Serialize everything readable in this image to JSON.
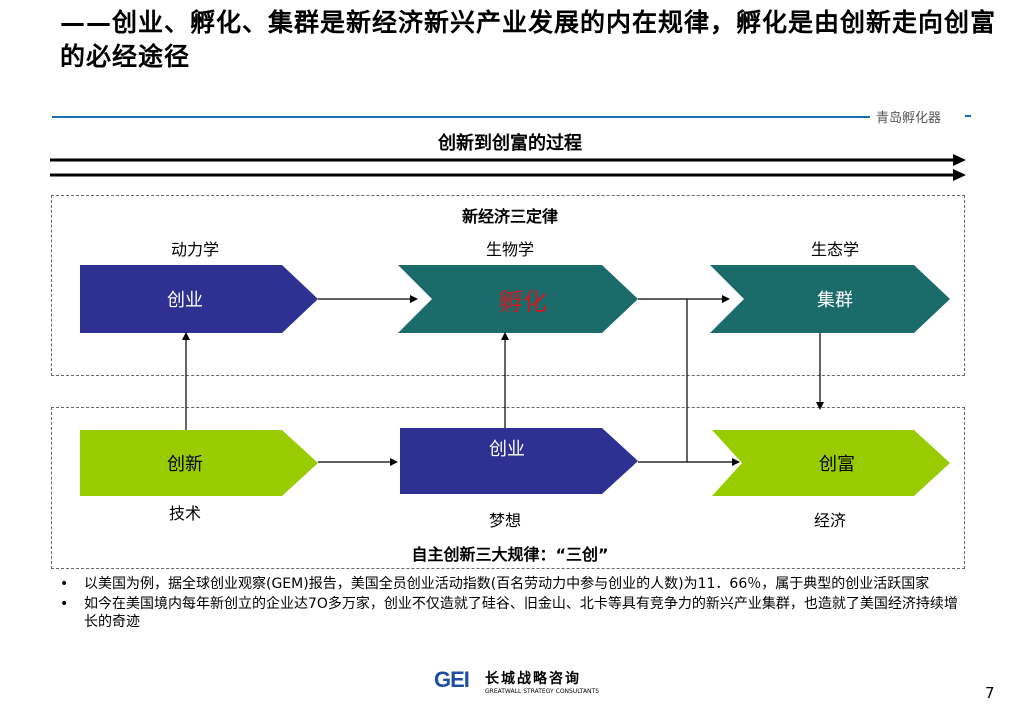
{
  "slide": {
    "title": "——创业、孵化、集群是新经济新兴产业发展的内在规律，孵化是由创新走向创富的必经途径",
    "brand": "青岛孵化器",
    "process_title": "创新到创富的过程",
    "page_number": "7"
  },
  "upper_box": {
    "title": "新经济三定律",
    "cols": [
      "动力学",
      "生物学",
      "生态学"
    ],
    "chevrons": [
      "创业",
      "孵化",
      "集群"
    ]
  },
  "lower_box": {
    "title": "自主创新三大规律：“三创”",
    "chevrons": [
      "创新",
      "创业",
      "创富"
    ],
    "sublabels": [
      "技术",
      "梦想",
      "经济"
    ]
  },
  "bullets": [
    "以美国为例，据全球创业观察(GEM)报告，美国全员创业活动指数(百名劳动力中参与创业的人数)为11．66％，属于典型的创业活跃国家",
    "如今在美国境内每年新创立的企业达7O多万家，创业不仅造就了硅谷、旧金山、北卡等具有竞争力的新兴产业集群，也造就了美国经济持续增长的奇迹"
  ],
  "logo": {
    "mark": "GEI",
    "cn": "长城战略咨询",
    "en": "GREATWALL STRATEGY CONSULTANTS"
  },
  "colors": {
    "navy_chevron": "#2e3192",
    "teal_chevron": "#1b6b6b",
    "green_chevron": "#99cc00",
    "red_text": "#d0181f",
    "accent_blue": "#1f6db0"
  }
}
